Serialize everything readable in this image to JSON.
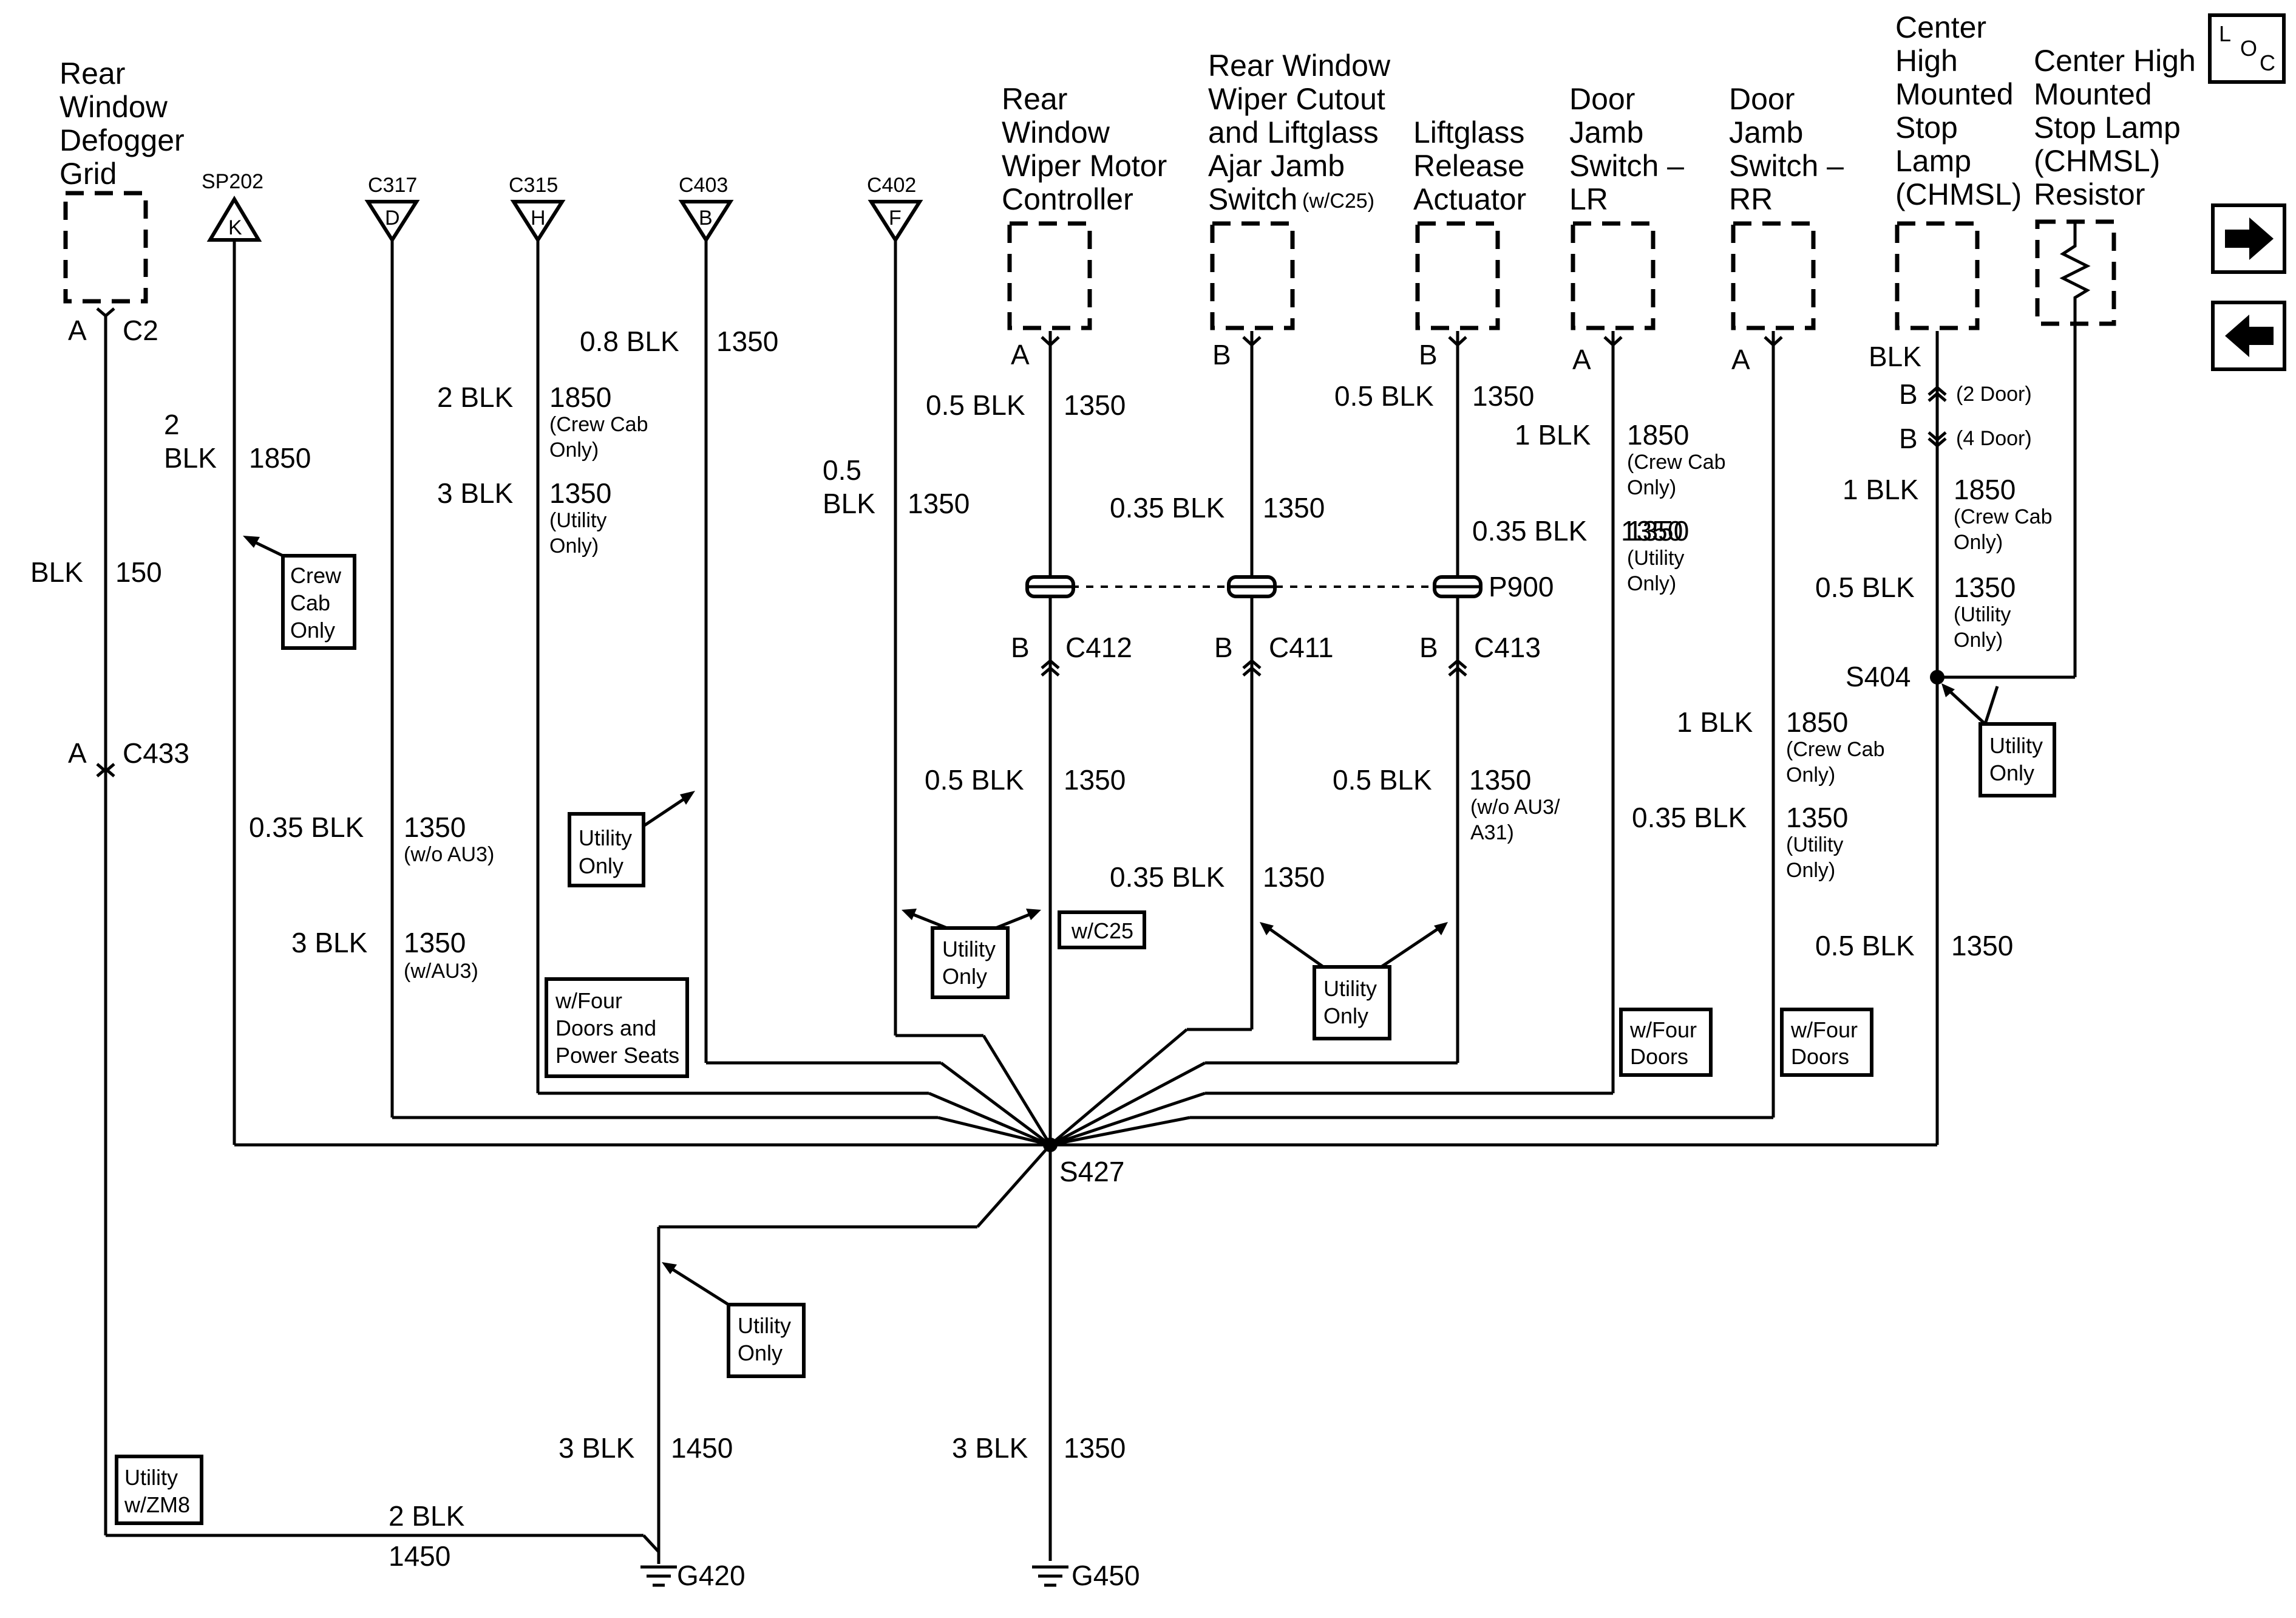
{
  "components": {
    "defogger": [
      "Rear",
      "Window",
      "Defogger",
      "Grid"
    ],
    "wiper_motor": [
      "Rear",
      "Window",
      "Wiper Motor",
      "Controller"
    ],
    "wiper_cutout": [
      "Rear Window",
      "Wiper Cutout",
      "and Liftglass",
      "Ajar Jamb",
      "Switch"
    ],
    "wiper_cutout_opt": "(w/C25)",
    "liftglass": [
      "Liftglass",
      "Release",
      "Actuator"
    ],
    "door_lr": [
      "Door",
      "Jamb",
      "Switch –",
      "LR"
    ],
    "door_rr": [
      "Door",
      "Jamb",
      "Switch –",
      "RR"
    ],
    "chmsl": [
      "Center",
      "High",
      "Mounted",
      "Stop",
      "Lamp",
      "(CHMSL)"
    ],
    "chmsl_res": [
      "Center High",
      "Mounted",
      "Stop Lamp",
      "(CHMSL)",
      "Resistor"
    ]
  },
  "connectors": {
    "sp202": {
      "name": "SP202",
      "pin": "K"
    },
    "c317": {
      "name": "C317",
      "pin": "D"
    },
    "c315": {
      "name": "C315",
      "pin": "H"
    },
    "c403": {
      "name": "C403",
      "pin": "B"
    },
    "c402": {
      "name": "C402",
      "pin": "F"
    }
  },
  "pins": {
    "defog_a": "A",
    "defog_c2": "C2",
    "c433_a": "A",
    "c433": "C433",
    "wm_a": "A",
    "wc_b": "B",
    "lg_b": "B",
    "dlr_a": "A",
    "drr_a": "A",
    "chmsl_blk": "BLK",
    "chmsl_b1": "B",
    "chmsl_b2": "B",
    "chmsl_2door": "(2 Door)",
    "chmsl_4door": "(4 Door)",
    "c412_b": "B",
    "c412": "C412",
    "c411_b": "B",
    "c411": "C411",
    "c413_b": "B",
    "c413": "C413",
    "p900": "P900",
    "s404": "S404",
    "s427": "S427",
    "g420": "G420",
    "g450": "G450"
  },
  "wires": {
    "defog_blk": "BLK",
    "defog_150": "150",
    "sp202_size": "2",
    "sp202_blk": "BLK",
    "sp202_num": "1850",
    "c317_a_blk": "0.35 BLK",
    "c317_a_num": "1350",
    "c317_a_opt": "(w/o AU3)",
    "c317_b_blk": "3 BLK",
    "c317_b_num": "1350",
    "c317_b_opt": "(w/AU3)",
    "c315_a_blk": "2 BLK",
    "c315_a_num": "1850",
    "c315_a_opt1": "(Crew Cab",
    "c315_a_opt2": "Only)",
    "c315_b_blk": "3 BLK",
    "c315_b_num": "1350",
    "c315_b_opt1": "(Utility",
    "c315_b_opt2": "Only)",
    "c403_blk": "0.8 BLK",
    "c403_num": "1350",
    "c402_size": "0.5",
    "c402_blk": "BLK",
    "c402_num": "1350",
    "wm_top_blk": "0.5 BLK",
    "wm_top_num": "1350",
    "wm_bot_blk": "0.5 BLK",
    "wm_bot_num": "1350",
    "wc_top_blk": "0.35 BLK",
    "wc_top_num": "1350",
    "wc_bot_blk": "0.35 BLK",
    "wc_bot_num": "1350",
    "lg_top_blk": "0.5 BLK",
    "lg_top_num": "1350",
    "lg_mid_blk": "0.35 BLK",
    "lg_mid_num": "1350",
    "lg_bot_blk": "0.5 BLK",
    "lg_bot_num": "1350",
    "lg_bot_opt1": "(w/o AU3/",
    "lg_bot_opt2": "A31)",
    "lr_a_blk": "1 BLK",
    "lr_a_num": "1850",
    "lr_a_opt1": "(Crew Cab",
    "lr_a_opt2": "Only)",
    "lr_b_blk": "0.35 BLK",
    "lr_b_num": "1350",
    "lr_b_opt1": "(Utility",
    "lr_b_opt2": "Only)",
    "rr_a_blk": "1 BLK",
    "rr_a_num": "1850",
    "rr_a_opt1": "(Crew Cab",
    "rr_a_opt2": "Only)",
    "rr_b_blk": "0.35 BLK",
    "rr_b_num": "1350",
    "rr_b_opt1": "(Utility",
    "rr_b_opt2": "Only)",
    "rr_c_blk": "0.5 BLK",
    "rr_c_num": "1350",
    "ch_a_blk": "1 BLK",
    "ch_a_num": "1850",
    "ch_a_opt1": "(Crew Cab",
    "ch_a_opt2": "Only)",
    "ch_b_blk": "0.5 BLK",
    "ch_b_num": "1350",
    "ch_b_opt1": "(Utility",
    "ch_b_opt2": "Only)",
    "g420_blk": "3 BLK",
    "g420_num": "1450",
    "g450_blk": "3 BLK",
    "g450_num": "1350",
    "bot_blk": "2 BLK",
    "bot_num": "1450"
  },
  "notes": {
    "crew_cab": [
      "Crew",
      "Cab",
      "Only"
    ],
    "utility_c403": [
      "Utility",
      "Only"
    ],
    "four_doors_power": [
      "w/Four",
      "Doors and",
      "Power Seats"
    ],
    "utility_c402": [
      "Utility",
      "Only"
    ],
    "w_c25": "w/C25",
    "utility_lg": [
      "Utility",
      "Only"
    ],
    "four_doors_lr": [
      "w/Four",
      "Doors"
    ],
    "four_doors_rr": [
      "w/Four",
      "Doors"
    ],
    "utility_s404": [
      "Utility",
      "Only"
    ],
    "utility_g420": [
      "Utility",
      "Only"
    ],
    "utility_zm8": [
      "Utility",
      "w/ZM8"
    ]
  },
  "nav": {
    "loc": [
      "L",
      "O",
      "C"
    ],
    "next_icon": "arrow-right-icon",
    "prev_icon": "arrow-left-icon"
  }
}
